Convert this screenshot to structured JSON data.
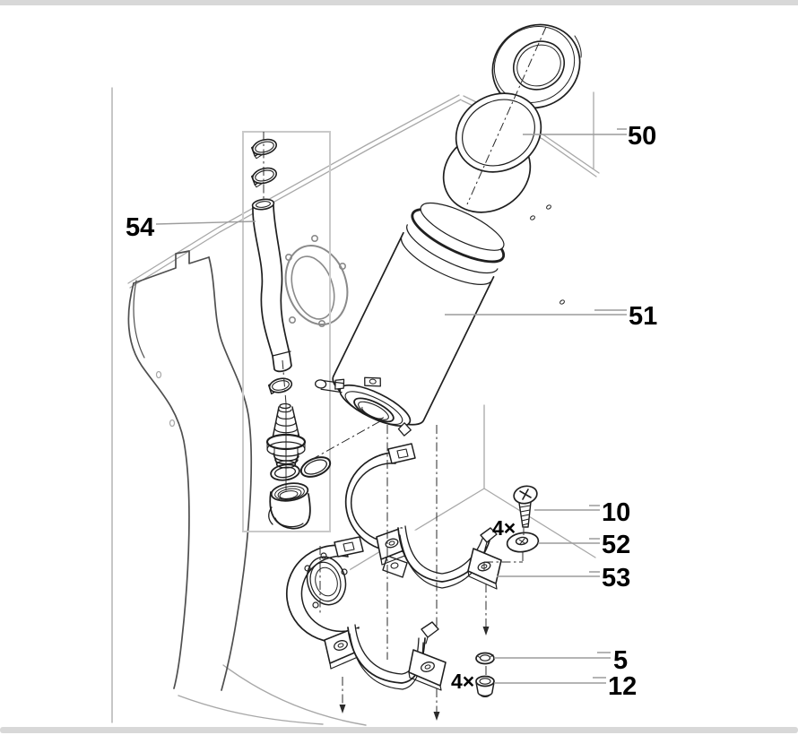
{
  "page": {
    "background": "#ffffff",
    "top_bar_color": "#d8d8d8",
    "bottom_bar_color": "#d8d8d8",
    "line_color": "#1f1f1f",
    "secondary_line_color": "#9c9c9c"
  },
  "diagram": {
    "type": "exploded-parts-diagram",
    "callouts": [
      {
        "id": "50",
        "label": "50"
      },
      {
        "id": "51",
        "label": "51"
      },
      {
        "id": "54",
        "label": "54"
      },
      {
        "id": "10",
        "label": "10"
      },
      {
        "id": "52",
        "label": "52"
      },
      {
        "id": "53",
        "label": "53"
      },
      {
        "id": "5",
        "label": "5"
      },
      {
        "id": "12",
        "label": "12"
      }
    ],
    "quantity_markers": [
      {
        "label": "4×"
      },
      {
        "label": "4×"
      }
    ]
  }
}
